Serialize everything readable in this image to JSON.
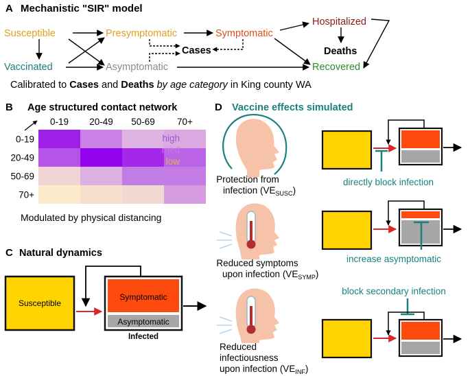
{
  "panelA": {
    "letter": "A",
    "title": "Mechanistic \"SIR\" model",
    "nodes": {
      "susceptible": "Susceptible",
      "vaccinated": "Vaccinated",
      "presymptomatic": "Presymptomatic",
      "asymptomatic": "Asymptomatic",
      "symptomatic": "Symptomatic",
      "cases": "Cases",
      "hospitalized": "Hospitalized",
      "deaths": "Deaths",
      "recovered": "Recovered"
    },
    "calibration": {
      "prefix": "Calibrated to ",
      "cases": "Cases",
      "and": " and ",
      "deaths": "Deaths",
      "by_age": " by age category",
      "suffix": " in King county WA"
    },
    "colors": {
      "susceptible": "#E0A020",
      "vaccinated": "#1A8080",
      "presymptomatic": "#E0A020",
      "symptomatic": "#E0501A",
      "hospitalized": "#8B1A1A",
      "asymptomatic": "#8A8A8A",
      "recovered": "#2E8B2E"
    }
  },
  "panelB": {
    "letter": "B",
    "title": "Age structured contact network",
    "col_labels": [
      "0-19",
      "20-49",
      "50-69",
      "70+"
    ],
    "row_labels": [
      "0-19",
      "20-49",
      "50-69",
      "70+"
    ],
    "cells": [
      [
        "#9D1FE8",
        "#CC82E8",
        "#DFB4E2",
        "#DBA8E2"
      ],
      [
        "#B554E6",
        "#9305EE",
        "#A427EA",
        "#BB64E8"
      ],
      [
        "#F3D4D4",
        "#DCB0E0",
        "#C27CE6",
        "#C57BE6"
      ],
      [
        "#FAEBCB",
        "#F6E0CC",
        "#F2D8D2",
        "#D69CE0"
      ]
    ],
    "legend": [
      {
        "label": "high",
        "color": "#9B59D0"
      },
      {
        "label": "med",
        "color": "#C07CD8"
      },
      {
        "label": "low",
        "color": "#D9B54A"
      }
    ],
    "caption": "Modulated by physical distancing"
  },
  "panelC": {
    "letter": "C",
    "title": "Natural dynamics",
    "susceptible": "Susceptible",
    "symptomatic": "Symptomatic",
    "asymptomatic": "Asymptomatic",
    "infected": "Infected"
  },
  "panelD": {
    "letter": "D",
    "title": "Vaccine effects simulated",
    "effects": [
      {
        "line1": "Protection from",
        "line2": "infection (VE",
        "sub": "SUSC",
        "close": ")",
        "mechanism": "directly block infection"
      },
      {
        "line1": "Reduced symptoms",
        "line2": "upon infection (VE",
        "sub": "SYMP",
        "close": ")",
        "mechanism": "increase asymptomatic"
      },
      {
        "line1": "Reduced",
        "line2": "infectiousness",
        "line3": "upon infection (VE",
        "sub": "INF",
        "close": ")",
        "mechanism": "block secondary infection"
      }
    ]
  },
  "colors": {
    "yellow": "#FFD400",
    "orange": "#FF4A0E",
    "gray": "#A6A6A6",
    "red": "#D62828",
    "teal": "#1A8080",
    "skin": "#F6C3A8"
  }
}
